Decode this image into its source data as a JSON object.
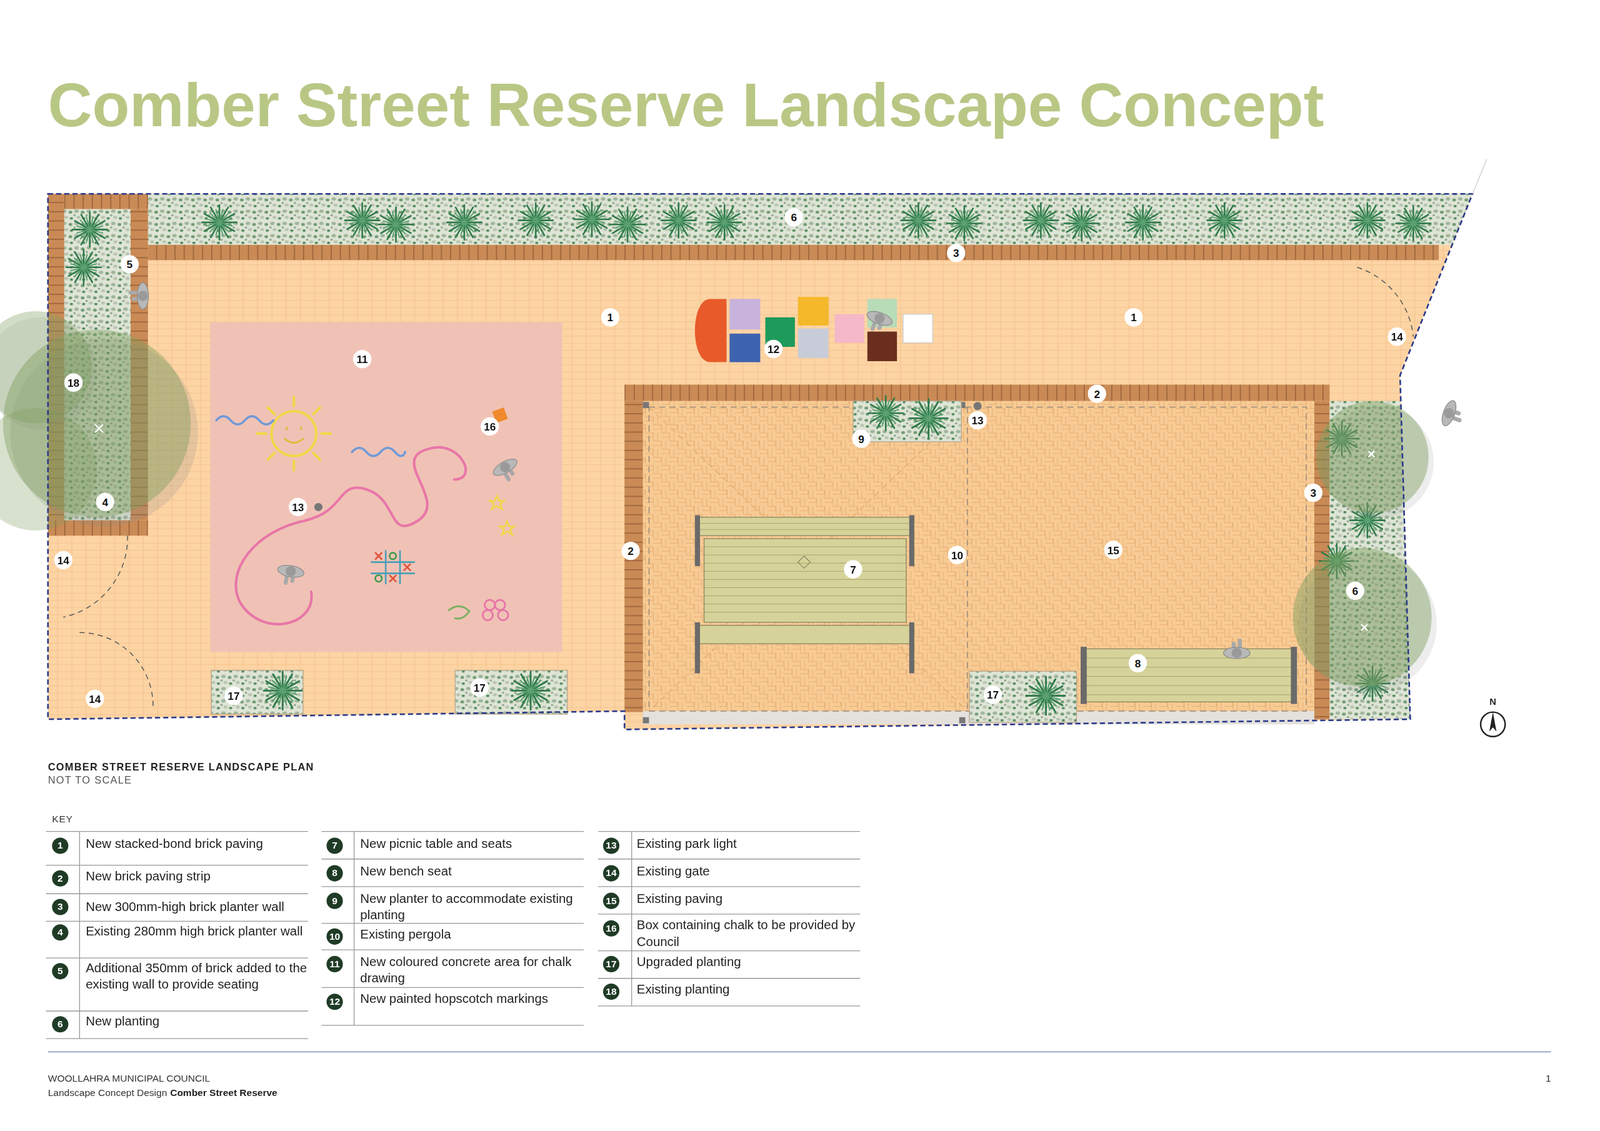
{
  "diagram": {
    "title": "Comber Street Reserve Landscape Concept",
    "labels": [
      "COMBER STREET RESERVE LANDSCAPE PLAN",
      "NOT TO SCALE",
      "6",
      "3",
      "5",
      "1",
      "1",
      "14",
      "11",
      "12",
      "18",
      "2",
      "16",
      "13",
      "9",
      "3",
      "4",
      "13",
      "2",
      "7",
      "10",
      "15",
      "6",
      "14",
      "8",
      "14",
      "17",
      "17",
      "17",
      "N",
      "KEY",
      "1",
      "2",
      "3",
      "4",
      "5",
      "6",
      "7",
      "8",
      "9",
      "10",
      "11",
      "12",
      "13",
      "14",
      "15",
      "16",
      "17",
      "18",
      "WOOLLAHRA MUNICIPAL COUNCIL",
      "Landscape Concept Design",
      "Comber Street Reserve",
      "1"
    ],
    "legend": [
      {
        "text": "New stacked-bond brick paving"
      },
      {
        "text": "New brick paving strip"
      },
      {
        "text": "New 300mm-high brick planter wall"
      },
      {
        "text": "Existing 280mm high brick planter wall"
      },
      {
        "text": "Additional 350mm of brick added to the existing wall to provide seating"
      },
      {
        "text": "New planting"
      },
      {
        "text": "New picnic table and seats"
      },
      {
        "text": "New bench seat"
      },
      {
        "text": "New planter to accommodate existing planting"
      },
      {
        "text": "Existing pergola"
      },
      {
        "text": "New coloured concrete area for chalk drawing"
      },
      {
        "text": "New painted hopscotch markings"
      },
      {
        "text": "Existing park light"
      },
      {
        "text": "Existing gate"
      },
      {
        "text": "Existing paving"
      },
      {
        "text": "Box containing chalk to be provided by Council"
      },
      {
        "text": "Upgraded planting"
      },
      {
        "text": "Existing planting"
      }
    ]
  }
}
